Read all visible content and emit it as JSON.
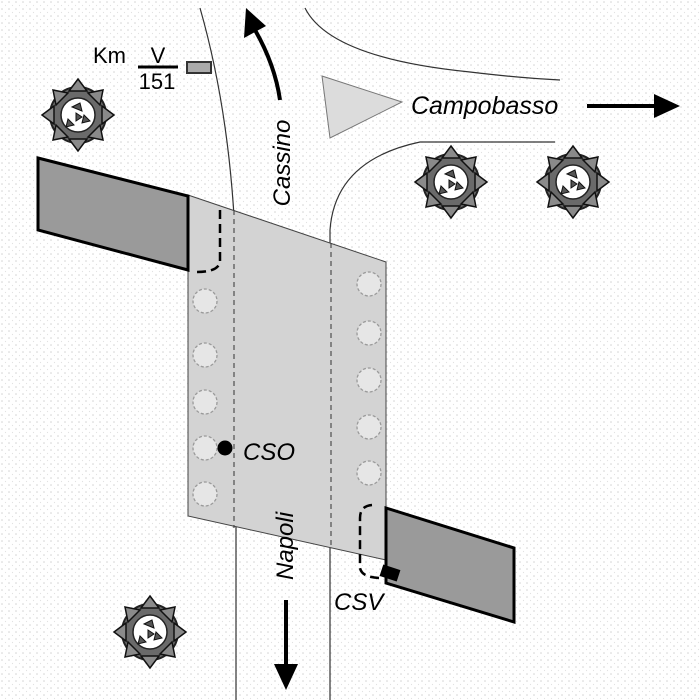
{
  "labels": {
    "km_prefix": "Km",
    "road_code": "V",
    "km_value": "151",
    "north_dest": "Cassino",
    "east_dest": "Campobasso",
    "south_dest": "Napoli",
    "point_cso": "CSO",
    "point_csv": "CSV"
  },
  "colors": {
    "background": "#ffffff",
    "background_dots": "#d8d8d8",
    "square": "#d2d2d2",
    "building": "#9a9a9a",
    "circle_fill": "#e8e8e8",
    "triangle": "#dcdcdc",
    "tree_foliage": "#5a5a5a"
  },
  "icons": {
    "trees": "tree-icon",
    "points": "station-dot-icon",
    "arrows": "direction-arrow-icon"
  }
}
